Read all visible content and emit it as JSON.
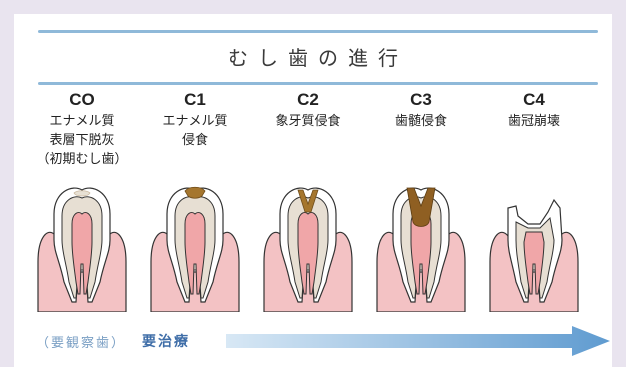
{
  "title": "むし歯の進行",
  "stages": [
    {
      "code": "CO",
      "desc": "エナメル質\n表層下脱灰\n（初期むし歯）"
    },
    {
      "code": "C1",
      "desc": "エナメル質\n侵食"
    },
    {
      "code": "C2",
      "desc": "象牙質侵食"
    },
    {
      "code": "C3",
      "desc": "歯髄侵食"
    },
    {
      "code": "C4",
      "desc": "歯冠崩壊"
    }
  ],
  "observe_label": "（要観察歯）",
  "treatment_label": "要治療",
  "colors": {
    "background": "#e9e4ef",
    "gum": "#f3c2c4",
    "enamel": "#ffffff",
    "dentin": "#e7dfd3",
    "pulp": "#f0a6a8",
    "decay": "#a5762e",
    "arrow": "#5f9bd0"
  }
}
